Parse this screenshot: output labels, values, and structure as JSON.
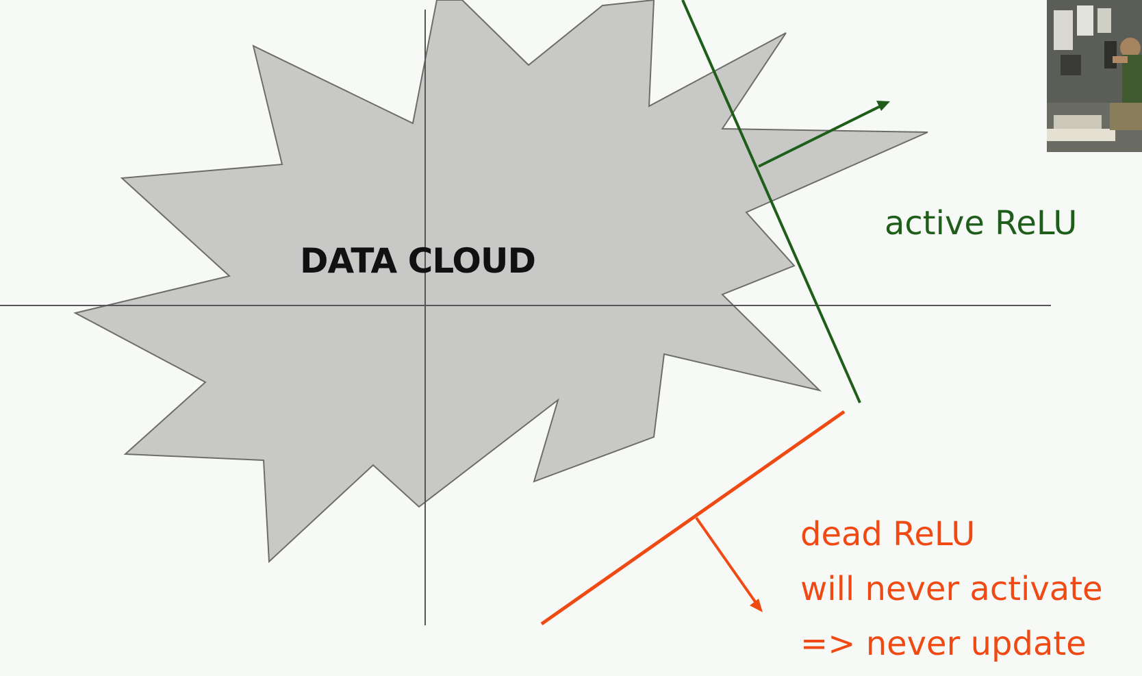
{
  "colors": {
    "background": "#f7f9f6",
    "cloud_fill": "#c8c9c7",
    "cloud_stroke": "#6c6d6b",
    "axis": "#555555",
    "active": "#1e5e1a",
    "dead": "#f04a14"
  },
  "cloud": {
    "label": "DATA CLOUD"
  },
  "active_relu": {
    "label": "active ReLU"
  },
  "dead_relu": {
    "lines": [
      "dead ReLU",
      "will never activate",
      "=> never update"
    ]
  },
  "webcam": {
    "content": "presenter-video-thumbnail"
  }
}
